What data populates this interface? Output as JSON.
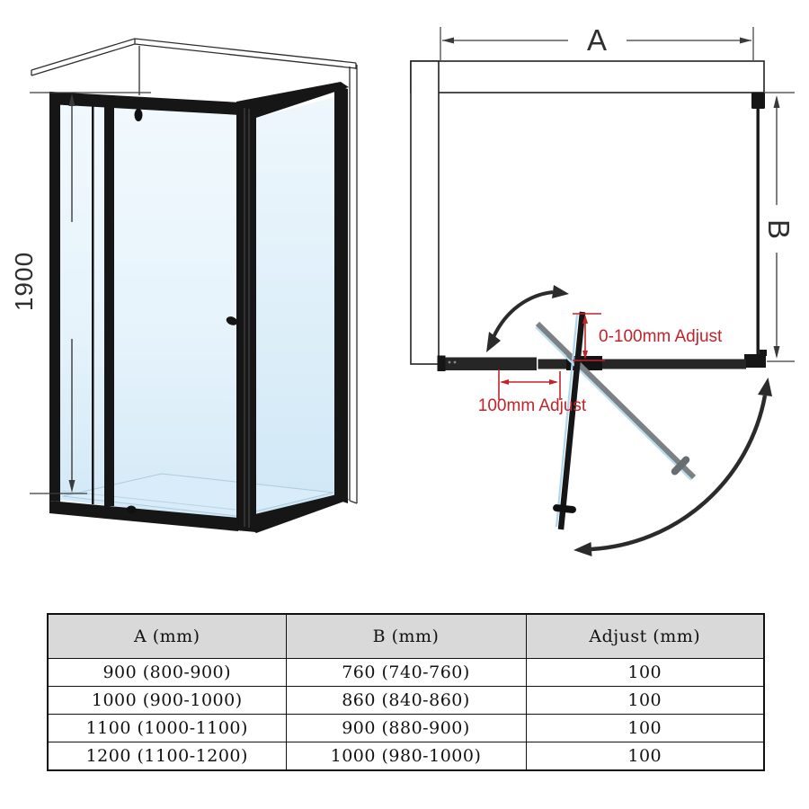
{
  "iso_view": {
    "height_dimension": "1900"
  },
  "plan_view": {
    "width_dimension": "A",
    "depth_dimension": "B",
    "door_adjust_note": "0-100mm Adjust",
    "panel_adjust_note": "100mm Adjust"
  },
  "size_table": {
    "headers": [
      "A (mm)",
      "B (mm)",
      "Adjust (mm)"
    ],
    "rows": [
      [
        "900 (800-900)",
        "760 (740-760)",
        "100"
      ],
      [
        "1000 (900-1000)",
        "860 (840-860)",
        "100"
      ],
      [
        "1100 (1000-1100)",
        "900 (880-900)",
        "100"
      ],
      [
        "1200 (1100-1200)",
        "1000 (980-1000)",
        "100"
      ]
    ]
  },
  "colors": {
    "annotation_red": "#c2232b",
    "frame_black": "#161616",
    "glass_blue_light": "#f1f9fd",
    "glass_blue_deep": "#d3e9f7",
    "table_header_bg": "#d9d9d9"
  }
}
